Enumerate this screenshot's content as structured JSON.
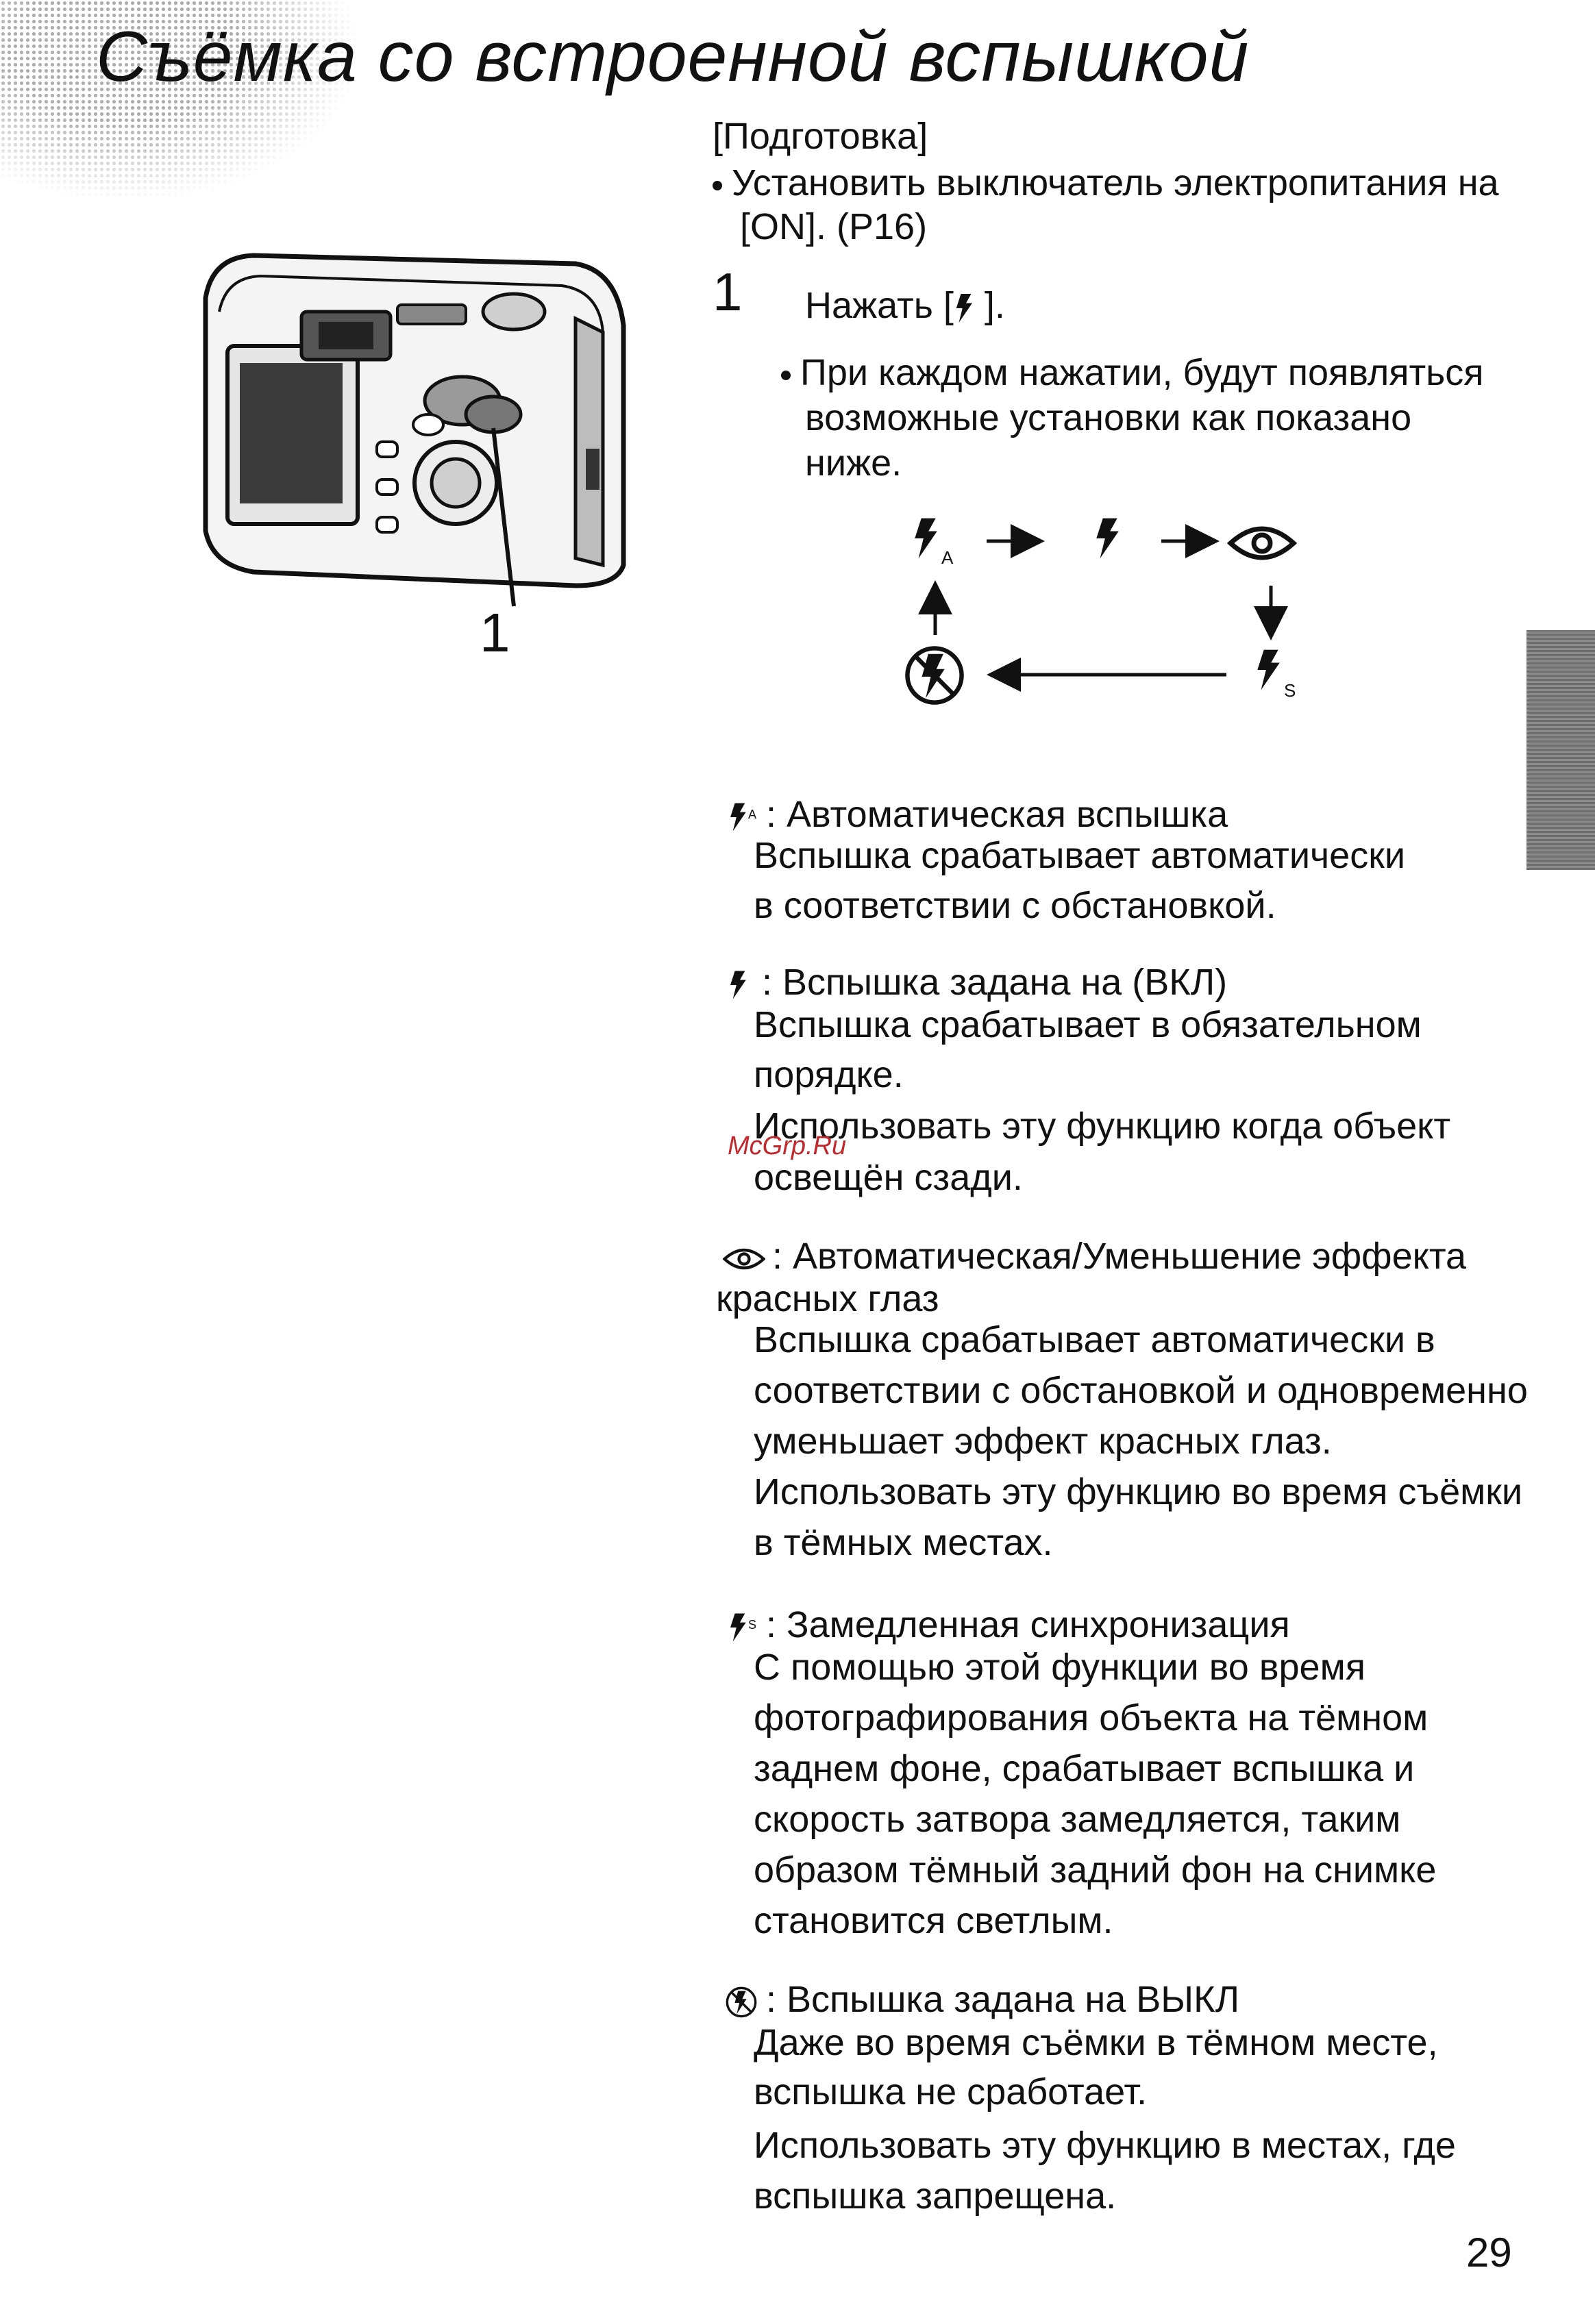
{
  "header": {
    "title": "Съёмка со встроенной вспышкой"
  },
  "preparation": {
    "heading": "[Подготовка]",
    "bullet_line1": "Установить выключатель электропитания на",
    "bullet_line2": "[ON]. (P16)"
  },
  "step": {
    "number": "1",
    "instruction_before": "Нажать [",
    "instruction_after": " ].",
    "note_lines": [
      "При каждом нажатии, будут появляться",
      "возможные установки как показано",
      "ниже."
    ]
  },
  "camera_illustration": {
    "callout_label": "1"
  },
  "modes": [
    {
      "icon": "flash-auto-icon",
      "title": ": Автоматическая вспышка",
      "lines": [
        "Вспышка срабатывает автоматически",
        "в соответствии с обстановкой."
      ]
    },
    {
      "icon": "flash-on-icon",
      "title": ": Вспышка задана на (ВКЛ)",
      "lines": [
        "Вспышка срабатывает в обязательном",
        "порядке.",
        "Использовать эту функцию когда объект",
        "освещён сзади."
      ]
    },
    {
      "icon": "red-eye-icon",
      "title": ": Автоматическая/Уменьшение эффекта",
      "title_cont": "красных глаз",
      "lines": [
        "Вспышка срабатывает автоматически в",
        "соответствии с обстановкой и одновременно",
        "уменьшает эффект красных глаз.",
        "Использовать эту функцию во время съёмки",
        "в тёмных местах."
      ]
    },
    {
      "icon": "slow-sync-icon",
      "title": ": Замедленная синхронизация",
      "lines": [
        "С помощью этой функции во время",
        "фотографирования объекта на тёмном",
        "заднем фоне, срабатывает вспышка и",
        "скорость затвора замедляется, таким",
        "образом тёмный задний фон на снимке",
        "становится светлым."
      ]
    },
    {
      "icon": "flash-off-icon",
      "title": ": Вспышка задана на ВЫКЛ",
      "lines": [
        "Даже во время съёмки в тёмном месте,",
        "вспышка не сработает.",
        "Использовать эту функцию в местах, где",
        "вспышка запрещена."
      ]
    }
  ],
  "watermark": "McGrp.Ru",
  "footer": {
    "page_number": "29"
  }
}
